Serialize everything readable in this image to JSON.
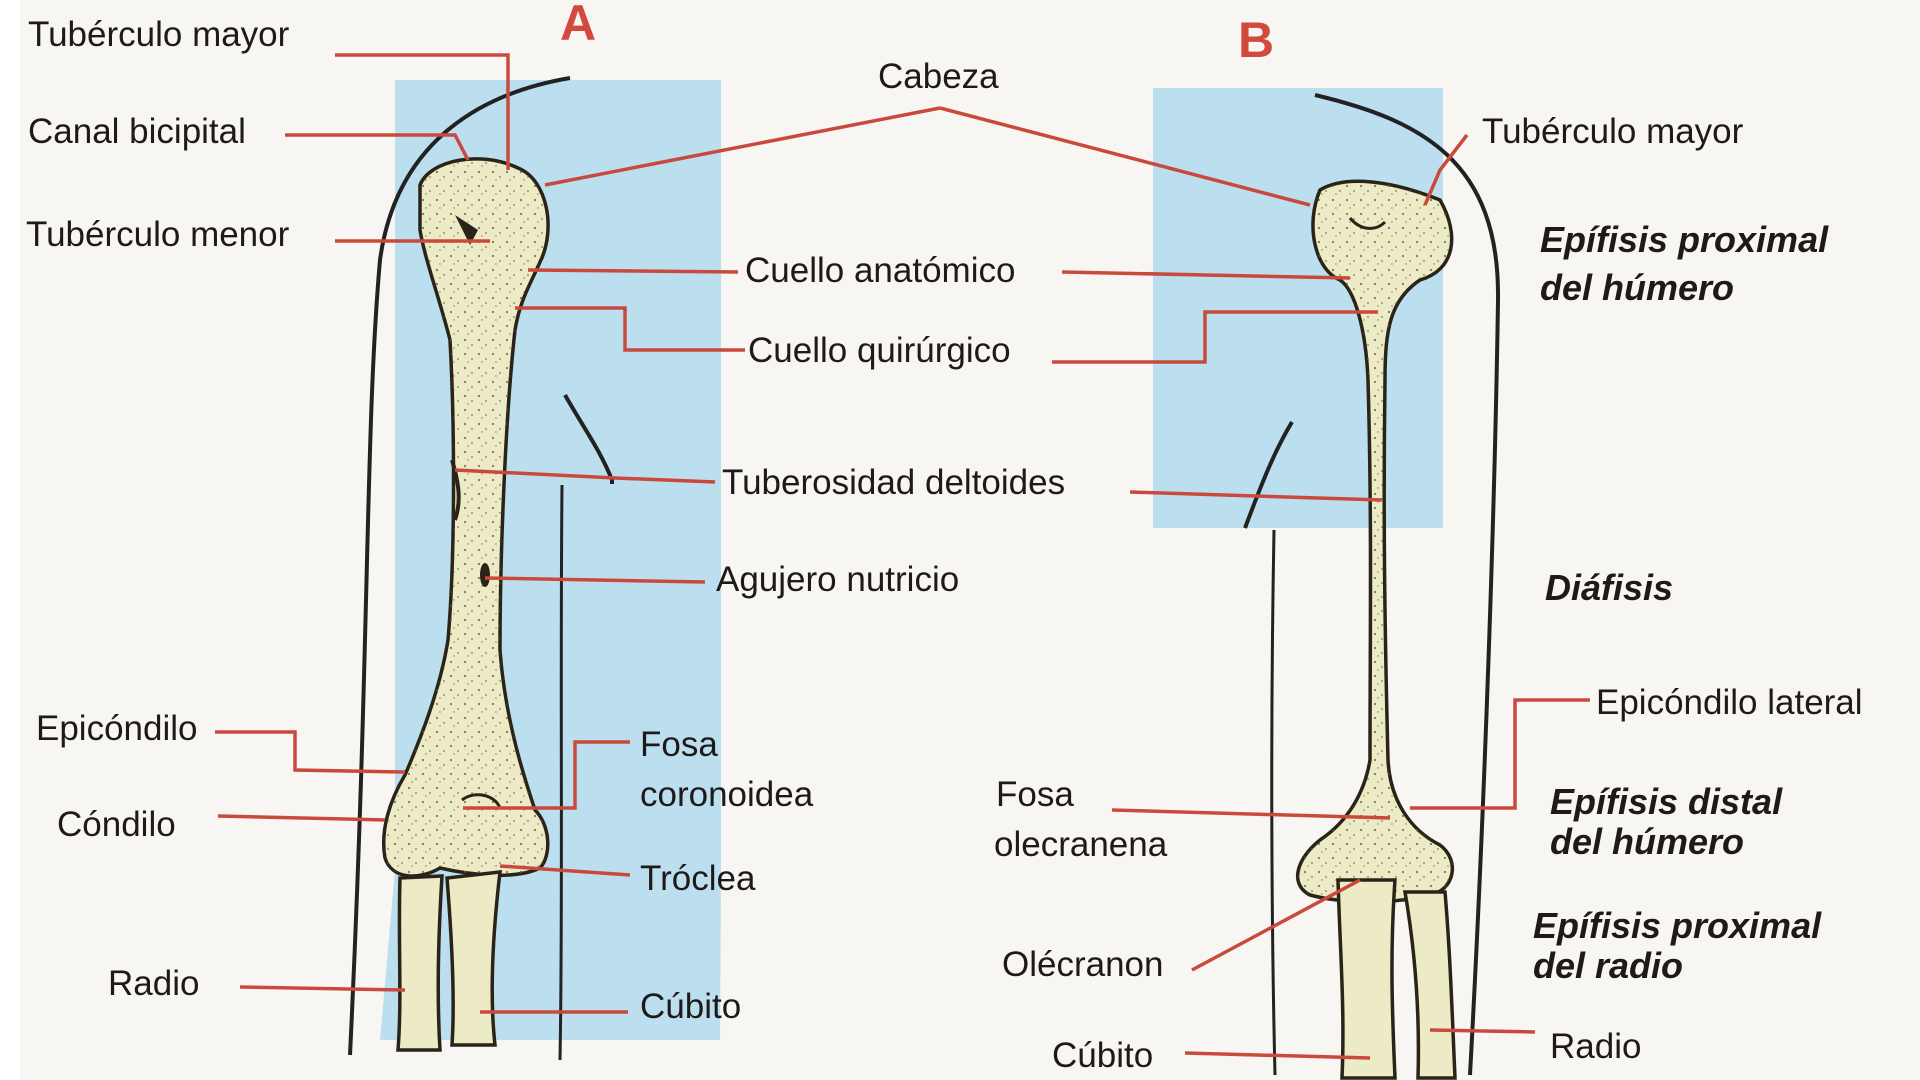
{
  "panels": {
    "a": "A",
    "b": "B"
  },
  "labels_a": {
    "tuberculo_mayor": "Tubérculo mayor",
    "canal_bicipital": "Canal bicipital",
    "tuberculo_menor": "Tubérculo menor",
    "epicondilo": "Epicóndilo",
    "condilo": "Cóndilo",
    "radio": "Radio",
    "cabeza": "Cabeza",
    "cuello_anatomico": "Cuello anatómico",
    "cuello_quirurgico": "Cuello quirúrgico",
    "tuberosidad_deltoides": "Tuberosidad deltoides",
    "agujero_nutricio": "Agujero nutricio",
    "fosa_coronoidea_1": "Fosa",
    "fosa_coronoidea_2": "coronoidea",
    "troclea": "Tróclea",
    "cubito": "Cúbito"
  },
  "labels_b": {
    "tuberculo_mayor": "Tubérculo mayor",
    "fosa_olecranena_1": "Fosa",
    "fosa_olecranena_2": "olecranena",
    "olecranon": "Olécranon",
    "cubito": "Cúbito",
    "epicondilo_lateral": "Epicóndilo lateral",
    "radio": "Radio"
  },
  "regions_b": {
    "epifisis_proximal_humero_1": "Epífisis proximal",
    "epifisis_proximal_humero_2": "del húmero",
    "diafisis": "Diáfisis",
    "epifisis_distal_humero_1": "Epífisis distal",
    "epifisis_distal_humero_2": "del húmero",
    "epifisis_proximal_radio_1": "Epífisis proximal",
    "epifisis_proximal_radio_2": "del radio"
  },
  "colors": {
    "bone": "#ecebc6",
    "arm_shading": "#bcdff0",
    "leader": "#c94a3c",
    "panel_letter": "#d24a3e"
  }
}
